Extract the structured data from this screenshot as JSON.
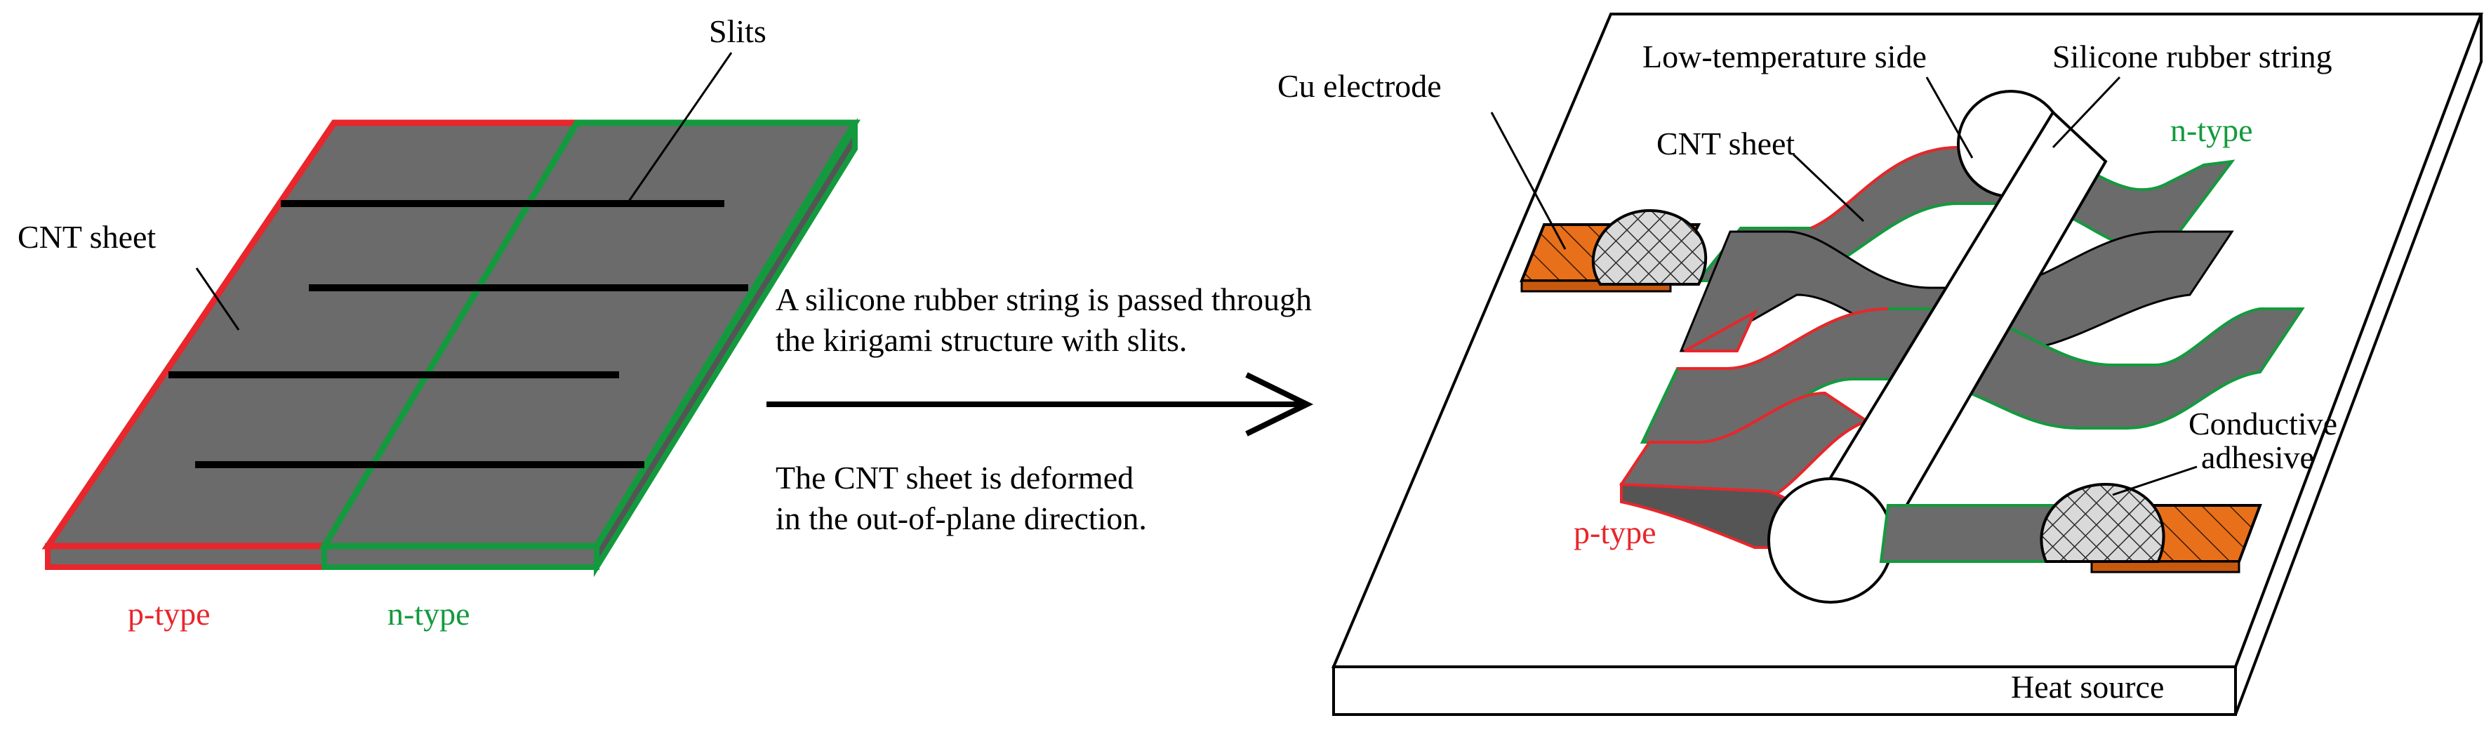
{
  "left_panel": {
    "slits_label": "Slits",
    "cnt_sheet_label": "CNT sheet",
    "p_type_label": "p-type",
    "n_type_label": "n-type"
  },
  "middle": {
    "step1_lines": [
      "A silicone rubber string is passed through",
      "the kirigami structure with slits."
    ],
    "step2_lines": [
      "The CNT sheet is deformed",
      "in the out-of-plane direction."
    ]
  },
  "right_panel": {
    "cu_electrode_label": "Cu electrode",
    "low_temp_label": "Low-temperature side",
    "silicone_string_label": "Silicone rubber string",
    "cnt_sheet_label": "CNT sheet",
    "n_type_label": "n-type",
    "p_type_label": "p-type",
    "conductive_adhesive_lines": [
      "Conductive",
      "adhesive"
    ],
    "heat_source_label": "Heat source"
  },
  "colors": {
    "p_type": "#e8262b",
    "n_type": "#139a3e",
    "cnt_sheet": "#6b6b6b",
    "cu_electrode": "#e8701a"
  }
}
